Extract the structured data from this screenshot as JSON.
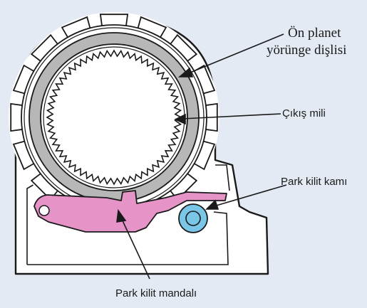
{
  "labels": {
    "ring_gear_line1": "Ön planet",
    "ring_gear_line2": "yörünge dişlisi",
    "output_shaft": "Çıkış mili",
    "park_lock_cam": "Park kilit kamı",
    "park_lock_pawl": "Park kilit mandalı"
  },
  "colors": {
    "background": "#e4eaf3",
    "housing_fill": "#ffffff",
    "ring_gear_band": "#b7b7b7",
    "pawl": "#e694c8",
    "cam": "#79c6e6",
    "outline": "#1a1a1a"
  }
}
